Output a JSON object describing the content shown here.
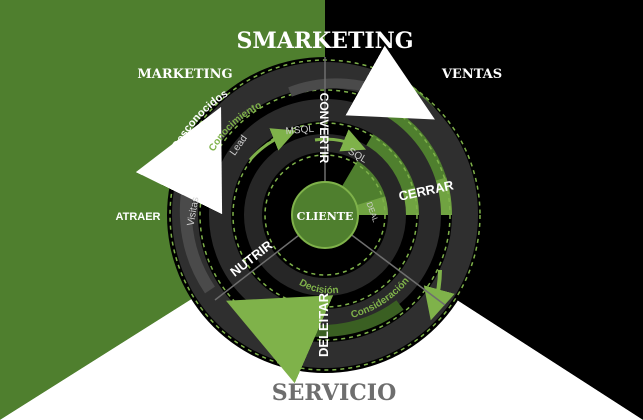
{
  "colors": {
    "green": "#4f7f2e",
    "green_light": "#7fb24a",
    "black": "#000000",
    "white": "#ffffff",
    "ring_dark": "#1c1c1c",
    "ring_gray": "#4a4a4a",
    "gray_text": "#6e6e6e"
  },
  "title": "SMARKETING",
  "sections": {
    "marketing": "MARKETING",
    "ventas": "VENTAS",
    "servicio": "SERVICIO"
  },
  "stages": {
    "atraer": "ATRAER",
    "convertir": "CONVERTIR",
    "cerrar": "CERRAR",
    "nutrir": "NUTRIR",
    "deleitar": "DELEITAR"
  },
  "steps": {
    "desconocidos": "Desconocidos",
    "conocimiento": "Conocimiento",
    "lead": "Lead",
    "msql": "MSQL",
    "sql": "SQL",
    "deal": "DEAL",
    "visitas": "Visitas",
    "decision": "Decisión",
    "consideracion": "Consideración"
  },
  "center": "CLIENTE"
}
